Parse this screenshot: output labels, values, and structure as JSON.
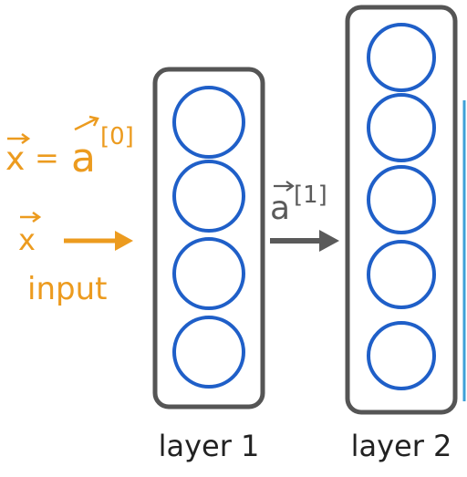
{
  "colors": {
    "accent": "#ec9b1f",
    "neuron": "#1f5fc8",
    "box": "#555555",
    "arrow": "#5a5a5a",
    "text": "#222222",
    "edge_blue": "#3ea0d8"
  },
  "input": {
    "equation_x": "x",
    "equation_eq": "=",
    "equation_a": "a",
    "equation_sup": "[0]",
    "arrow_x": "x",
    "label": "input"
  },
  "activation": {
    "symbol": "a",
    "sup": "[1]"
  },
  "layers": [
    {
      "label": "layer 1",
      "units": 4
    },
    {
      "label": "layer 2",
      "units": 5
    }
  ]
}
